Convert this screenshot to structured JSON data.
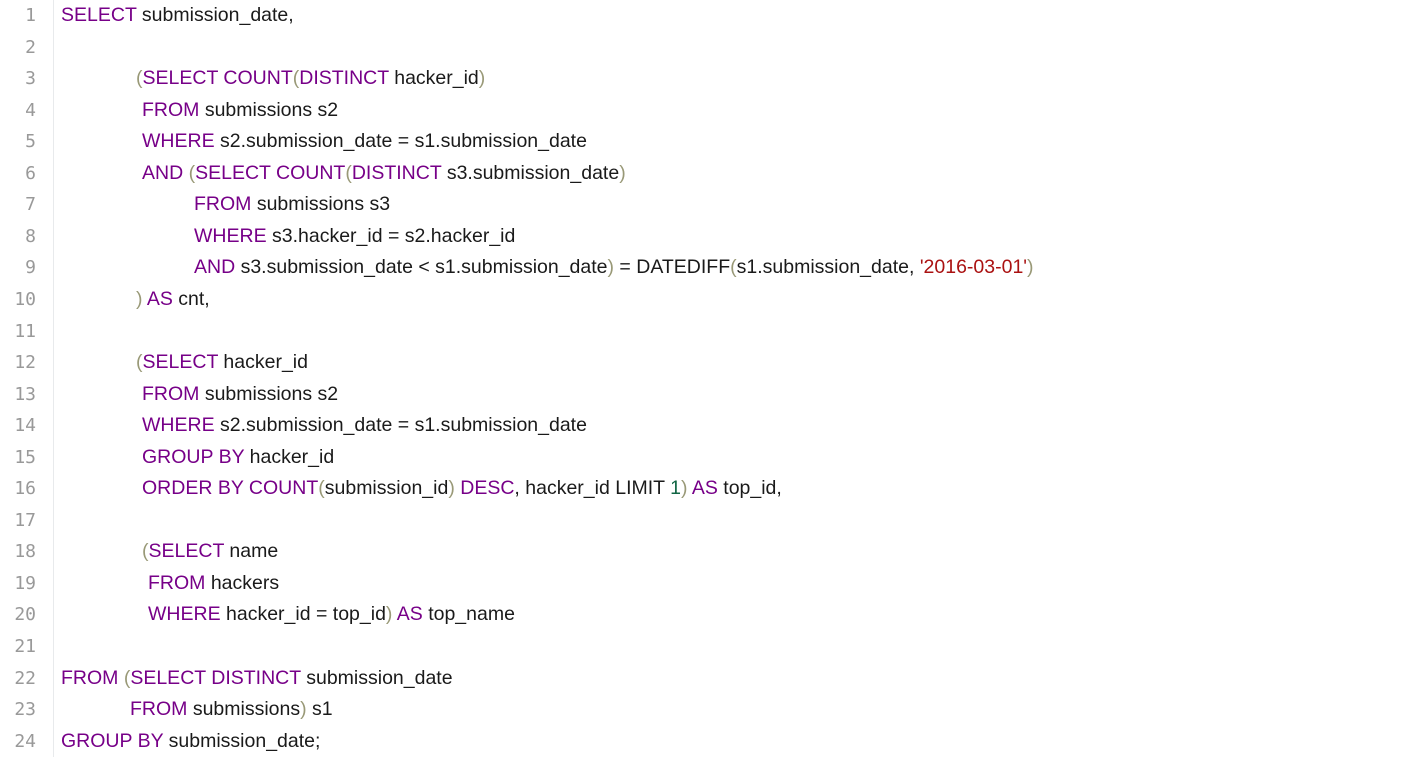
{
  "editor": {
    "language": "SQL",
    "colors": {
      "keyword": "#770088",
      "bracket": "#999977",
      "string": "#aa1111",
      "number": "#116644",
      "plain": "#1a1a1a",
      "line_number": "#999999",
      "gutter_border": "#e8eaec",
      "background": "#ffffff"
    },
    "lines": [
      {
        "n": "1",
        "indent": 0,
        "tokens": [
          [
            "keyword",
            "SELECT"
          ],
          [
            "plain",
            " submission_date,"
          ]
        ]
      },
      {
        "n": "2",
        "indent": 0,
        "tokens": []
      },
      {
        "n": "3",
        "indent": 75,
        "tokens": [
          [
            "bracket",
            "("
          ],
          [
            "keyword",
            "SELECT COUNT"
          ],
          [
            "bracket",
            "("
          ],
          [
            "keyword",
            "DISTINCT"
          ],
          [
            "plain",
            " hacker_id"
          ],
          [
            "bracket",
            ")"
          ]
        ]
      },
      {
        "n": "4",
        "indent": 81,
        "tokens": [
          [
            "keyword",
            "FROM"
          ],
          [
            "plain",
            " submissions s2"
          ]
        ]
      },
      {
        "n": "5",
        "indent": 81,
        "tokens": [
          [
            "keyword",
            "WHERE"
          ],
          [
            "plain",
            " s2.submission_date = s1.submission_date"
          ]
        ]
      },
      {
        "n": "6",
        "indent": 81,
        "tokens": [
          [
            "keyword",
            "AND"
          ],
          [
            "plain",
            " "
          ],
          [
            "bracket",
            "("
          ],
          [
            "keyword",
            "SELECT COUNT"
          ],
          [
            "bracket",
            "("
          ],
          [
            "keyword",
            "DISTINCT"
          ],
          [
            "plain",
            " s3.submission_date"
          ],
          [
            "bracket",
            ")"
          ]
        ]
      },
      {
        "n": "7",
        "indent": 133,
        "tokens": [
          [
            "keyword",
            "FROM"
          ],
          [
            "plain",
            " submissions s3"
          ]
        ]
      },
      {
        "n": "8",
        "indent": 133,
        "tokens": [
          [
            "keyword",
            "WHERE"
          ],
          [
            "plain",
            " s3.hacker_id = s2.hacker_id"
          ]
        ]
      },
      {
        "n": "9",
        "indent": 133,
        "tokens": [
          [
            "keyword",
            "AND"
          ],
          [
            "plain",
            " s3.submission_date < s1.submission_date"
          ],
          [
            "bracket",
            ")"
          ],
          [
            "plain",
            " = DATEDIFF"
          ],
          [
            "bracket",
            "("
          ],
          [
            "plain",
            "s1.submission_date, "
          ],
          [
            "string",
            "'2016-03-01'"
          ],
          [
            "bracket",
            ")"
          ]
        ]
      },
      {
        "n": "10",
        "indent": 75,
        "tokens": [
          [
            "bracket",
            ")"
          ],
          [
            "plain",
            " "
          ],
          [
            "keyword",
            "AS"
          ],
          [
            "plain",
            " cnt,"
          ]
        ]
      },
      {
        "n": "11",
        "indent": 0,
        "tokens": []
      },
      {
        "n": "12",
        "indent": 75,
        "tokens": [
          [
            "bracket",
            "("
          ],
          [
            "keyword",
            "SELECT"
          ],
          [
            "plain",
            " hacker_id"
          ]
        ]
      },
      {
        "n": "13",
        "indent": 81,
        "tokens": [
          [
            "keyword",
            "FROM"
          ],
          [
            "plain",
            " submissions s2"
          ]
        ]
      },
      {
        "n": "14",
        "indent": 81,
        "tokens": [
          [
            "keyword",
            "WHERE"
          ],
          [
            "plain",
            " s2.submission_date = s1.submission_date"
          ]
        ]
      },
      {
        "n": "15",
        "indent": 81,
        "tokens": [
          [
            "keyword",
            "GROUP BY"
          ],
          [
            "plain",
            " hacker_id"
          ]
        ]
      },
      {
        "n": "16",
        "indent": 81,
        "tokens": [
          [
            "keyword",
            "ORDER BY COUNT"
          ],
          [
            "bracket",
            "("
          ],
          [
            "plain",
            "submission_id"
          ],
          [
            "bracket",
            ")"
          ],
          [
            "plain",
            " "
          ],
          [
            "keyword",
            "DESC"
          ],
          [
            "plain",
            ", hacker_id LIMIT "
          ],
          [
            "number",
            "1"
          ],
          [
            "bracket",
            ")"
          ],
          [
            "plain",
            " "
          ],
          [
            "keyword",
            "AS"
          ],
          [
            "plain",
            " top_id,"
          ]
        ]
      },
      {
        "n": "17",
        "indent": 0,
        "tokens": []
      },
      {
        "n": "18",
        "indent": 81,
        "tokens": [
          [
            "bracket",
            "("
          ],
          [
            "keyword",
            "SELECT"
          ],
          [
            "plain",
            " name"
          ]
        ]
      },
      {
        "n": "19",
        "indent": 87,
        "tokens": [
          [
            "keyword",
            "FROM"
          ],
          [
            "plain",
            " hackers"
          ]
        ]
      },
      {
        "n": "20",
        "indent": 87,
        "tokens": [
          [
            "keyword",
            "WHERE"
          ],
          [
            "plain",
            " hacker_id = top_id"
          ],
          [
            "bracket",
            ")"
          ],
          [
            "plain",
            " "
          ],
          [
            "keyword",
            "AS"
          ],
          [
            "plain",
            " top_name"
          ]
        ]
      },
      {
        "n": "21",
        "indent": 0,
        "tokens": []
      },
      {
        "n": "22",
        "indent": 0,
        "tokens": [
          [
            "keyword",
            "FROM"
          ],
          [
            "plain",
            " "
          ],
          [
            "bracket",
            "("
          ],
          [
            "keyword",
            "SELECT DISTINCT"
          ],
          [
            "plain",
            " submission_date"
          ]
        ]
      },
      {
        "n": "23",
        "indent": 69,
        "tokens": [
          [
            "keyword",
            "FROM"
          ],
          [
            "plain",
            " submissions"
          ],
          [
            "bracket",
            ")"
          ],
          [
            "plain",
            " s1"
          ]
        ]
      },
      {
        "n": "24",
        "indent": 0,
        "tokens": [
          [
            "keyword",
            "GROUP BY"
          ],
          [
            "plain",
            " submission_date;"
          ]
        ]
      }
    ]
  }
}
